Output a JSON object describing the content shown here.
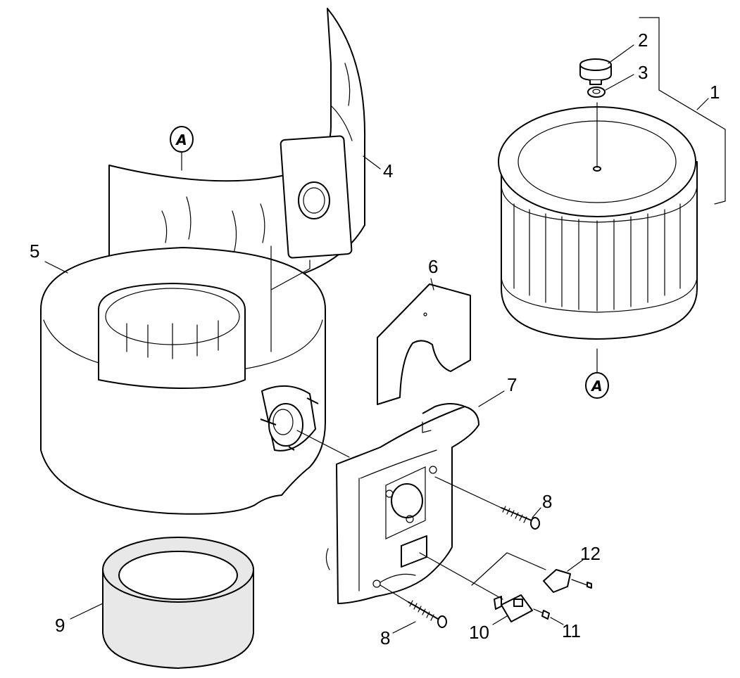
{
  "callouts": {
    "c1": "1",
    "c2": "2",
    "c3": "3",
    "c4": "4",
    "c5": "5",
    "c6": "6",
    "c7": "7",
    "c8a": "8",
    "c8b": "8",
    "c9": "9",
    "c10": "10",
    "c11": "11",
    "c12": "12"
  },
  "refs": {
    "a_top": "A",
    "a_bottom": "A"
  }
}
